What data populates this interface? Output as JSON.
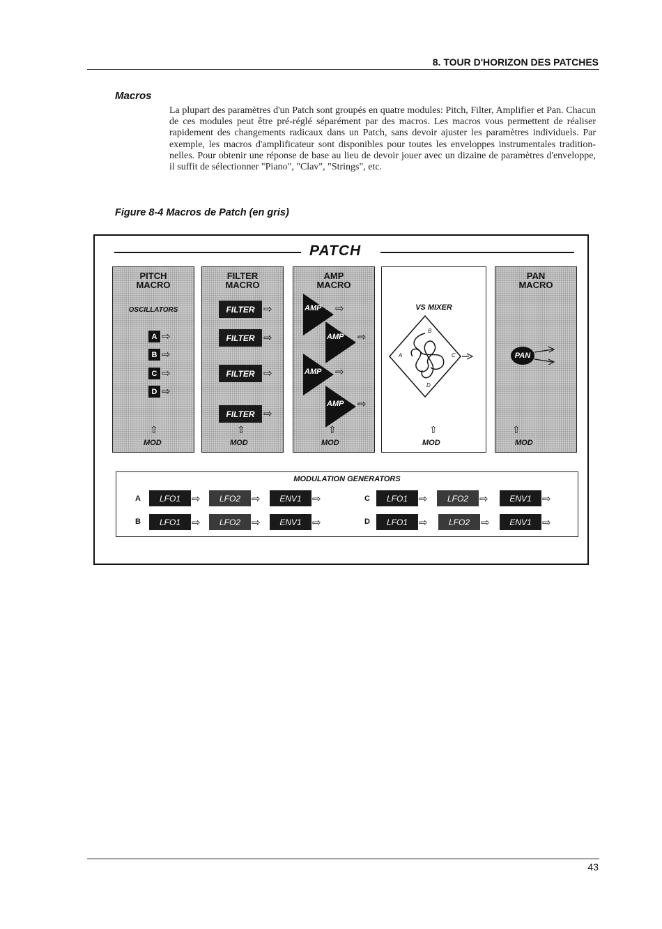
{
  "header": {
    "section": "8. TOUR D'HORIZON DES PATCHES"
  },
  "macros": {
    "title": "Macros",
    "text": "La plupart des paramètres d'un Patch sont groupés en quatre modules: Pitch, Filter, Amplifier et Pan. Chacun de ces modules peut être pré-réglé séparément par des macros. Les macros vous permettent de réaliser rapidement des changements radicaux dans un Patch, sans devoir ajuster les paramètres individuels. Par exemple, les macros d'amplificateur sont disponibles pour toutes les enveloppes instrumentales tradition-nelles. Pour obtenir une réponse de base au lieu de devoir jouer avec un dizaine de paramètres d'enveloppe, il suffit de sélectionner \"Piano\", \"Clav\", \"Strings\", etc."
  },
  "figure": {
    "caption": "Figure 8-4 Macros de Patch (en gris)",
    "patch_title": "PATCH",
    "pitch": {
      "title1": "PITCH",
      "title2": "MACRO",
      "sub": "OSCILLATORS",
      "osc": [
        "A",
        "B",
        "C",
        "D"
      ],
      "mod": "MOD"
    },
    "filter": {
      "title1": "FILTER",
      "title2": "MACRO",
      "blocks": [
        "FILTER",
        "FILTER",
        "FILTER",
        "FILTER"
      ],
      "mod": "MOD"
    },
    "amp": {
      "title1": "AMP",
      "title2": "MACRO",
      "blocks": [
        "AMP",
        "AMP",
        "AMP",
        "AMP"
      ],
      "mod": "MOD"
    },
    "mixer": {
      "title": "VS MIXER",
      "corners": [
        "A",
        "B",
        "C",
        "D"
      ],
      "mod": "MOD"
    },
    "pan": {
      "title1": "PAN",
      "title2": "MACRO",
      "block": "PAN",
      "mod": "MOD"
    },
    "modgen": {
      "title": "MODULATION GENERATORS",
      "rows": [
        {
          "letter": "A",
          "blocks": [
            "LFO1",
            "LFO2",
            "ENV1"
          ]
        },
        {
          "letter": "B",
          "blocks": [
            "LFO1",
            "LFO2",
            "ENV1"
          ]
        },
        {
          "letter": "C",
          "blocks": [
            "LFO1",
            "LFO2",
            "ENV1"
          ]
        },
        {
          "letter": "D",
          "blocks": [
            "LFO1",
            "LFO2",
            "ENV1"
          ]
        }
      ]
    }
  },
  "footer": {
    "page": "43"
  }
}
